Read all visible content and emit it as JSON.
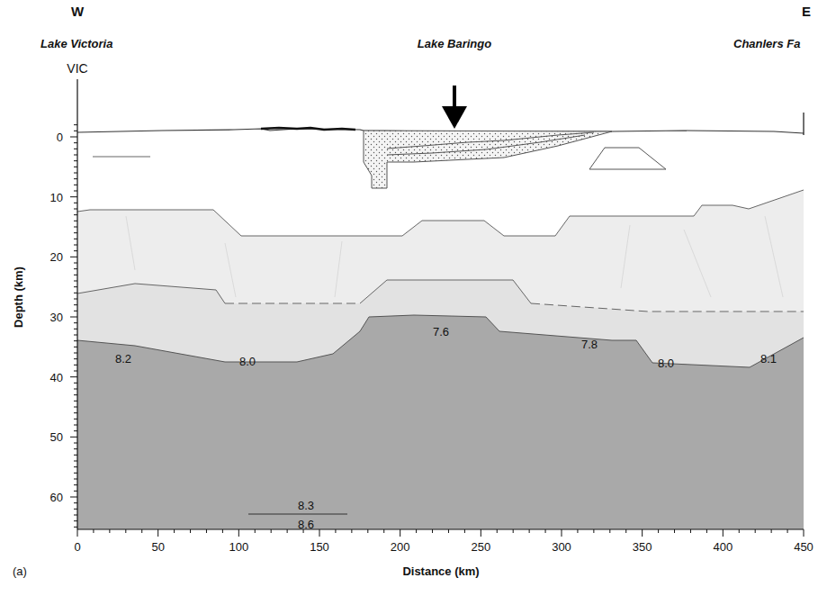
{
  "diagram": {
    "labels": [
      "W",
      "E",
      "Lake Victoria",
      "VIC",
      "Lake Baringo",
      "Chanlers Fa",
      "0",
      "10",
      "20",
      "30",
      "40",
      "50",
      "60",
      "Depth (km)",
      "8.2",
      "8.0",
      "7.6",
      "7.8",
      "8.0",
      "8.1",
      "8.3",
      "8.6",
      "0",
      "50",
      "100",
      "150",
      "200",
      "250",
      "300",
      "350",
      "400",
      "450",
      "Distance (km)",
      "(a)"
    ]
  }
}
